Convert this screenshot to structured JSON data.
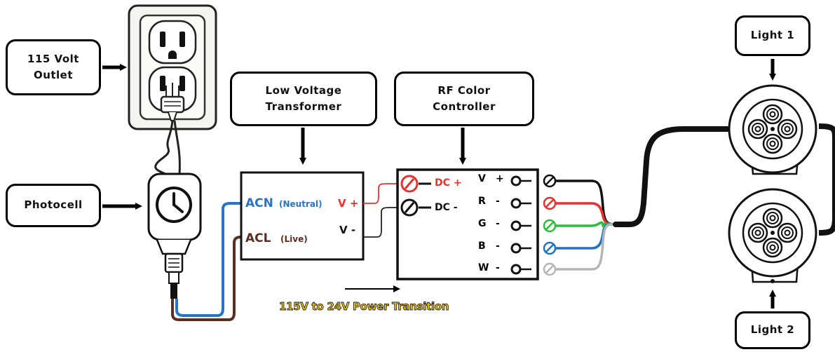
{
  "labels": {
    "outlet": "115 Volt\nOutlet",
    "photocell": "Photocell",
    "transformer": "Low Voltage\nTransformer",
    "controller": "RF Color\nController",
    "light1": "Light 1",
    "light2": "Light 2"
  },
  "transformer_terminals": {
    "acn": "ACN",
    "acn_note": "(Neutral)",
    "acl": "ACL",
    "acl_note": "(Live)",
    "vplus": "V +",
    "vminus": "V -"
  },
  "controller_inputs": {
    "dcplus": "DC +",
    "dcminus": "DC -"
  },
  "controller_outputs": [
    {
      "letter": "V",
      "sign": "+",
      "color": "#111111"
    },
    {
      "letter": "R",
      "sign": "-",
      "color": "#e8312f"
    },
    {
      "letter": "G",
      "sign": "-",
      "color": "#2dbd3a"
    },
    {
      "letter": "B",
      "sign": "-",
      "color": "#1f73c4"
    },
    {
      "letter": "W",
      "sign": "-",
      "color": "#b5b5b5"
    }
  ],
  "caption": "115V to 24V Power Transition",
  "colors": {
    "neutral": "#2874c8",
    "live": "#5a2e22",
    "positive": "#e8312f",
    "outline": "#000000",
    "caption_fill": "#f5c800"
  }
}
